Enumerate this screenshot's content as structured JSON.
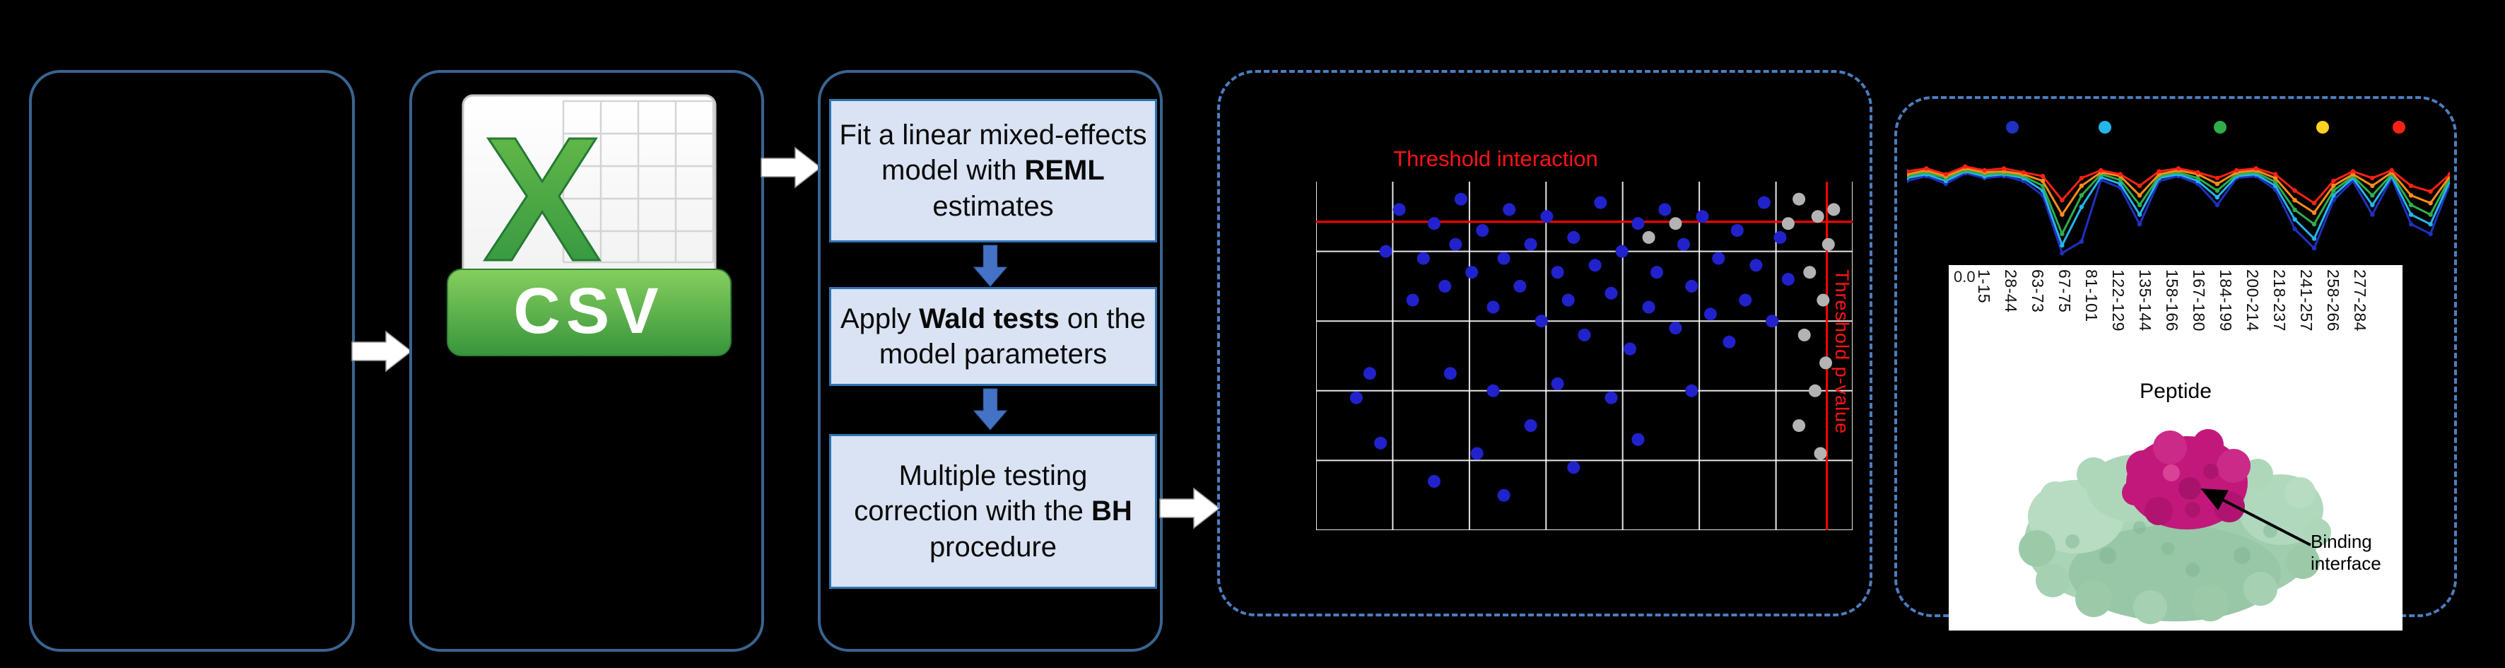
{
  "figure": {
    "background": "#000000",
    "accent_border_solid": "#3a6491",
    "accent_border_dashed": "#4d7dc0"
  },
  "flow": {
    "csv": {
      "letter": "X",
      "banner": "CSV"
    },
    "steps": [
      {
        "pre": "Fit a linear mixed-effects model with ",
        "bold": "REML",
        "post": " estimates"
      },
      {
        "pre": "Apply ",
        "bold": "Wald tests",
        "post": " on the model parameters"
      },
      {
        "pre": "Multiple testing correction with the ",
        "bold": "BH",
        "post": " procedure"
      }
    ]
  },
  "volcano": {
    "title": "Threshold interaction",
    "side_label": "Threshold p-value",
    "colors": {
      "grid": "#ffffff",
      "threshold": "#ff0000",
      "significant": "#2222cc",
      "non_significant": "#b3b3b3"
    },
    "thresholds": {
      "h_frac": 0.115,
      "v_frac": 0.952
    },
    "points_blue": [
      [
        0.075,
        0.62
      ],
      [
        0.1,
        0.55
      ],
      [
        0.13,
        0.2
      ],
      [
        0.155,
        0.08
      ],
      [
        0.18,
        0.34
      ],
      [
        0.2,
        0.22
      ],
      [
        0.22,
        0.12
      ],
      [
        0.24,
        0.3
      ],
      [
        0.26,
        0.18
      ],
      [
        0.27,
        0.05
      ],
      [
        0.29,
        0.26
      ],
      [
        0.31,
        0.14
      ],
      [
        0.33,
        0.36
      ],
      [
        0.35,
        0.22
      ],
      [
        0.36,
        0.08
      ],
      [
        0.38,
        0.3
      ],
      [
        0.4,
        0.18
      ],
      [
        0.42,
        0.4
      ],
      [
        0.43,
        0.1
      ],
      [
        0.45,
        0.26
      ],
      [
        0.47,
        0.34
      ],
      [
        0.48,
        0.16
      ],
      [
        0.5,
        0.44
      ],
      [
        0.52,
        0.24
      ],
      [
        0.53,
        0.06
      ],
      [
        0.55,
        0.32
      ],
      [
        0.57,
        0.2
      ],
      [
        0.585,
        0.48
      ],
      [
        0.6,
        0.12
      ],
      [
        0.62,
        0.36
      ],
      [
        0.635,
        0.26
      ],
      [
        0.65,
        0.08
      ],
      [
        0.67,
        0.42
      ],
      [
        0.685,
        0.18
      ],
      [
        0.7,
        0.3
      ],
      [
        0.72,
        0.1
      ],
      [
        0.735,
        0.38
      ],
      [
        0.75,
        0.22
      ],
      [
        0.77,
        0.46
      ],
      [
        0.785,
        0.14
      ],
      [
        0.8,
        0.34
      ],
      [
        0.82,
        0.24
      ],
      [
        0.835,
        0.06
      ],
      [
        0.85,
        0.4
      ],
      [
        0.865,
        0.16
      ],
      [
        0.88,
        0.28
      ],
      [
        0.25,
        0.55
      ],
      [
        0.33,
        0.6
      ],
      [
        0.45,
        0.58
      ],
      [
        0.55,
        0.62
      ],
      [
        0.12,
        0.75
      ],
      [
        0.3,
        0.78
      ],
      [
        0.4,
        0.7
      ],
      [
        0.22,
        0.86
      ],
      [
        0.48,
        0.82
      ],
      [
        0.6,
        0.74
      ],
      [
        0.35,
        0.9
      ],
      [
        0.7,
        0.6
      ]
    ],
    "points_gray": [
      [
        0.9,
        0.05
      ],
      [
        0.935,
        0.1
      ],
      [
        0.955,
        0.18
      ],
      [
        0.92,
        0.26
      ],
      [
        0.945,
        0.34
      ],
      [
        0.91,
        0.44
      ],
      [
        0.95,
        0.52
      ],
      [
        0.93,
        0.6
      ],
      [
        0.9,
        0.7
      ],
      [
        0.94,
        0.78
      ],
      [
        0.62,
        0.16
      ],
      [
        0.67,
        0.12
      ],
      [
        0.88,
        0.12
      ],
      [
        0.965,
        0.08
      ]
    ]
  },
  "uptake": {
    "legend_dots": [
      {
        "color": "#2030c0",
        "fx": 0.194
      },
      {
        "color": "#25b5e8",
        "fx": 0.365
      },
      {
        "color": "#2fae4a",
        "fx": 0.577
      },
      {
        "color": "#ffd21f",
        "fx": 0.766
      },
      {
        "color": "#ff2214",
        "fx": 0.906
      }
    ],
    "series": [
      {
        "name": "blue",
        "color": "#2030c0",
        "values": [
          0.25,
          0.2,
          0.28,
          0.17,
          0.22,
          0.2,
          0.25,
          0.4,
          1.0,
          0.88,
          0.24,
          0.32,
          0.7,
          0.25,
          0.2,
          0.28,
          0.5,
          0.22,
          0.2,
          0.34,
          0.75,
          0.95,
          0.45,
          0.25,
          0.6,
          0.22,
          0.7,
          0.8,
          0.28
        ]
      },
      {
        "name": "cyan",
        "color": "#25b5e8",
        "values": [
          0.22,
          0.18,
          0.25,
          0.15,
          0.2,
          0.18,
          0.22,
          0.35,
          0.92,
          0.52,
          0.21,
          0.28,
          0.6,
          0.22,
          0.18,
          0.25,
          0.42,
          0.2,
          0.18,
          0.3,
          0.65,
          0.85,
          0.4,
          0.22,
          0.5,
          0.2,
          0.6,
          0.7,
          0.25
        ]
      },
      {
        "name": "green",
        "color": "#2fae4a",
        "values": [
          0.2,
          0.16,
          0.22,
          0.14,
          0.18,
          0.17,
          0.2,
          0.3,
          0.8,
          0.4,
          0.18,
          0.24,
          0.5,
          0.2,
          0.16,
          0.22,
          0.35,
          0.18,
          0.16,
          0.26,
          0.55,
          0.7,
          0.35,
          0.2,
          0.4,
          0.18,
          0.5,
          0.6,
          0.22
        ]
      },
      {
        "name": "orange",
        "color": "#ff8c1a",
        "values": [
          0.18,
          0.14,
          0.2,
          0.12,
          0.16,
          0.15,
          0.18,
          0.25,
          0.6,
          0.3,
          0.16,
          0.2,
          0.4,
          0.18,
          0.14,
          0.18,
          0.28,
          0.16,
          0.14,
          0.22,
          0.45,
          0.58,
          0.3,
          0.18,
          0.3,
          0.16,
          0.4,
          0.48,
          0.2
        ]
      },
      {
        "name": "red",
        "color": "#ff2214",
        "values": [
          0.15,
          0.12,
          0.18,
          0.1,
          0.14,
          0.12,
          0.16,
          0.2,
          0.45,
          0.22,
          0.14,
          0.18,
          0.3,
          0.15,
          0.12,
          0.16,
          0.22,
          0.14,
          0.12,
          0.18,
          0.35,
          0.48,
          0.25,
          0.15,
          0.22,
          0.14,
          0.3,
          0.36,
          0.18
        ]
      }
    ],
    "y_tick": "0.0",
    "x_label": "Peptide",
    "peptides": [
      "1-15",
      "28-44",
      "63-73",
      "67-75",
      "81-101",
      "122-129",
      "135-144",
      "158-166",
      "167-180",
      "184-199",
      "200-214",
      "218-237",
      "241-257",
      "258-266",
      "277-284"
    ],
    "annotation": "Binding interface"
  }
}
